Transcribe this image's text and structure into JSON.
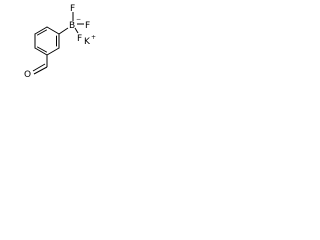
{
  "molecule": {
    "atoms": {
      "boron": "B",
      "fluorine_top": "F",
      "fluorine_right": "F",
      "fluorine_lower": "F",
      "oxygen": "O",
      "potassium": "K"
    },
    "charges": {
      "boron": "−",
      "potassium": "+"
    }
  },
  "colors": {
    "bond": "#000000",
    "text": "#000000",
    "background": "#ffffff"
  }
}
